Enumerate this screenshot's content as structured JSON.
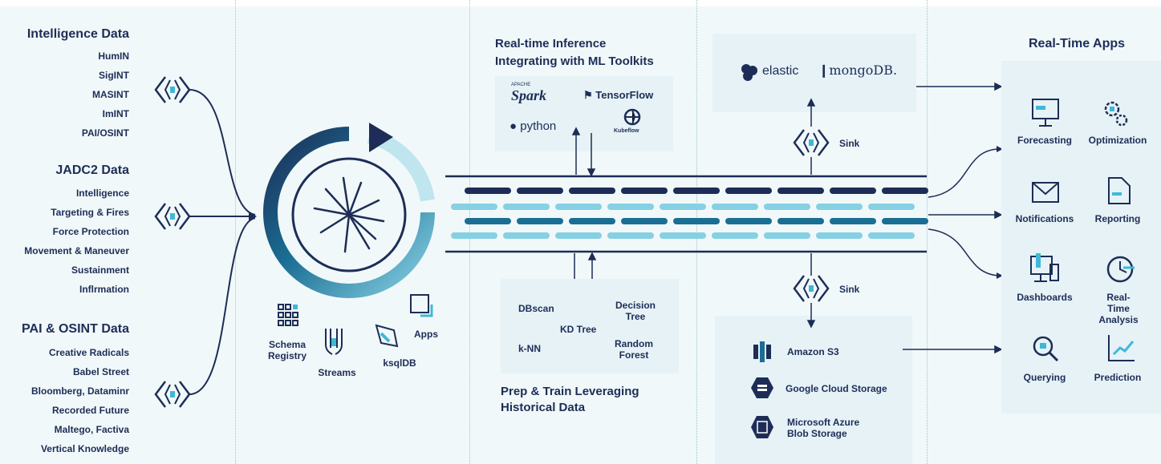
{
  "sources": {
    "intelligence": {
      "title": "Intelligence Data",
      "items": [
        "HumIN",
        "SigINT",
        "MASINT",
        "ImINT",
        "PAI/OSINT"
      ]
    },
    "jadc2": {
      "title": "JADC2 Data",
      "items": [
        "Intelligence",
        "Targeting & Fires",
        "Force  Protection",
        "Movement & Maneuver",
        "Sustainment",
        "Inflrmation"
      ]
    },
    "pai": {
      "title": "PAI & OSINT Data",
      "items": [
        "Creative Radicals",
        "Babel Street",
        "Bloomberg, Dataminr",
        "Recorded Future",
        "Maltego, Factiva",
        "Vertical Knowledge"
      ]
    }
  },
  "platform": {
    "components": [
      "Schema Registry",
      "Streams",
      "ksqlDB",
      "Apps"
    ]
  },
  "inference": {
    "title_line1": "Real-time Inference",
    "title_line2": "Integrating with ML Toolkits",
    "logos": [
      "Spark",
      "TensorFlow",
      "python",
      "Kubeflow"
    ],
    "spark_small": "APACHE"
  },
  "training": {
    "items": [
      "DBscan",
      "Decision Tree",
      "KD Tree",
      "k-NN",
      "Random Forest"
    ],
    "title_line1": "Prep & Train Leveraging",
    "title_line2": "Historical Data"
  },
  "sinks": {
    "label": "Sink",
    "top_logos": [
      "elastic",
      "mongoDB."
    ],
    "storage": [
      "Amazon S3",
      "Google Cloud Storage",
      "Microsoft Azure Blob Storage"
    ]
  },
  "apps": {
    "title": "Real-Time Apps",
    "items": [
      "Forecasting",
      "Optimization",
      "Notifications",
      "Reporting",
      "Dashboards",
      "Real-Time Analysis",
      "Querying",
      "Prediction"
    ]
  },
  "colors": {
    "navy": "#1d2d57",
    "teal": "#1a6e93",
    "cyan": "#3fb8d8",
    "light": "#86d0e3",
    "panel": "#e6f2f6"
  }
}
